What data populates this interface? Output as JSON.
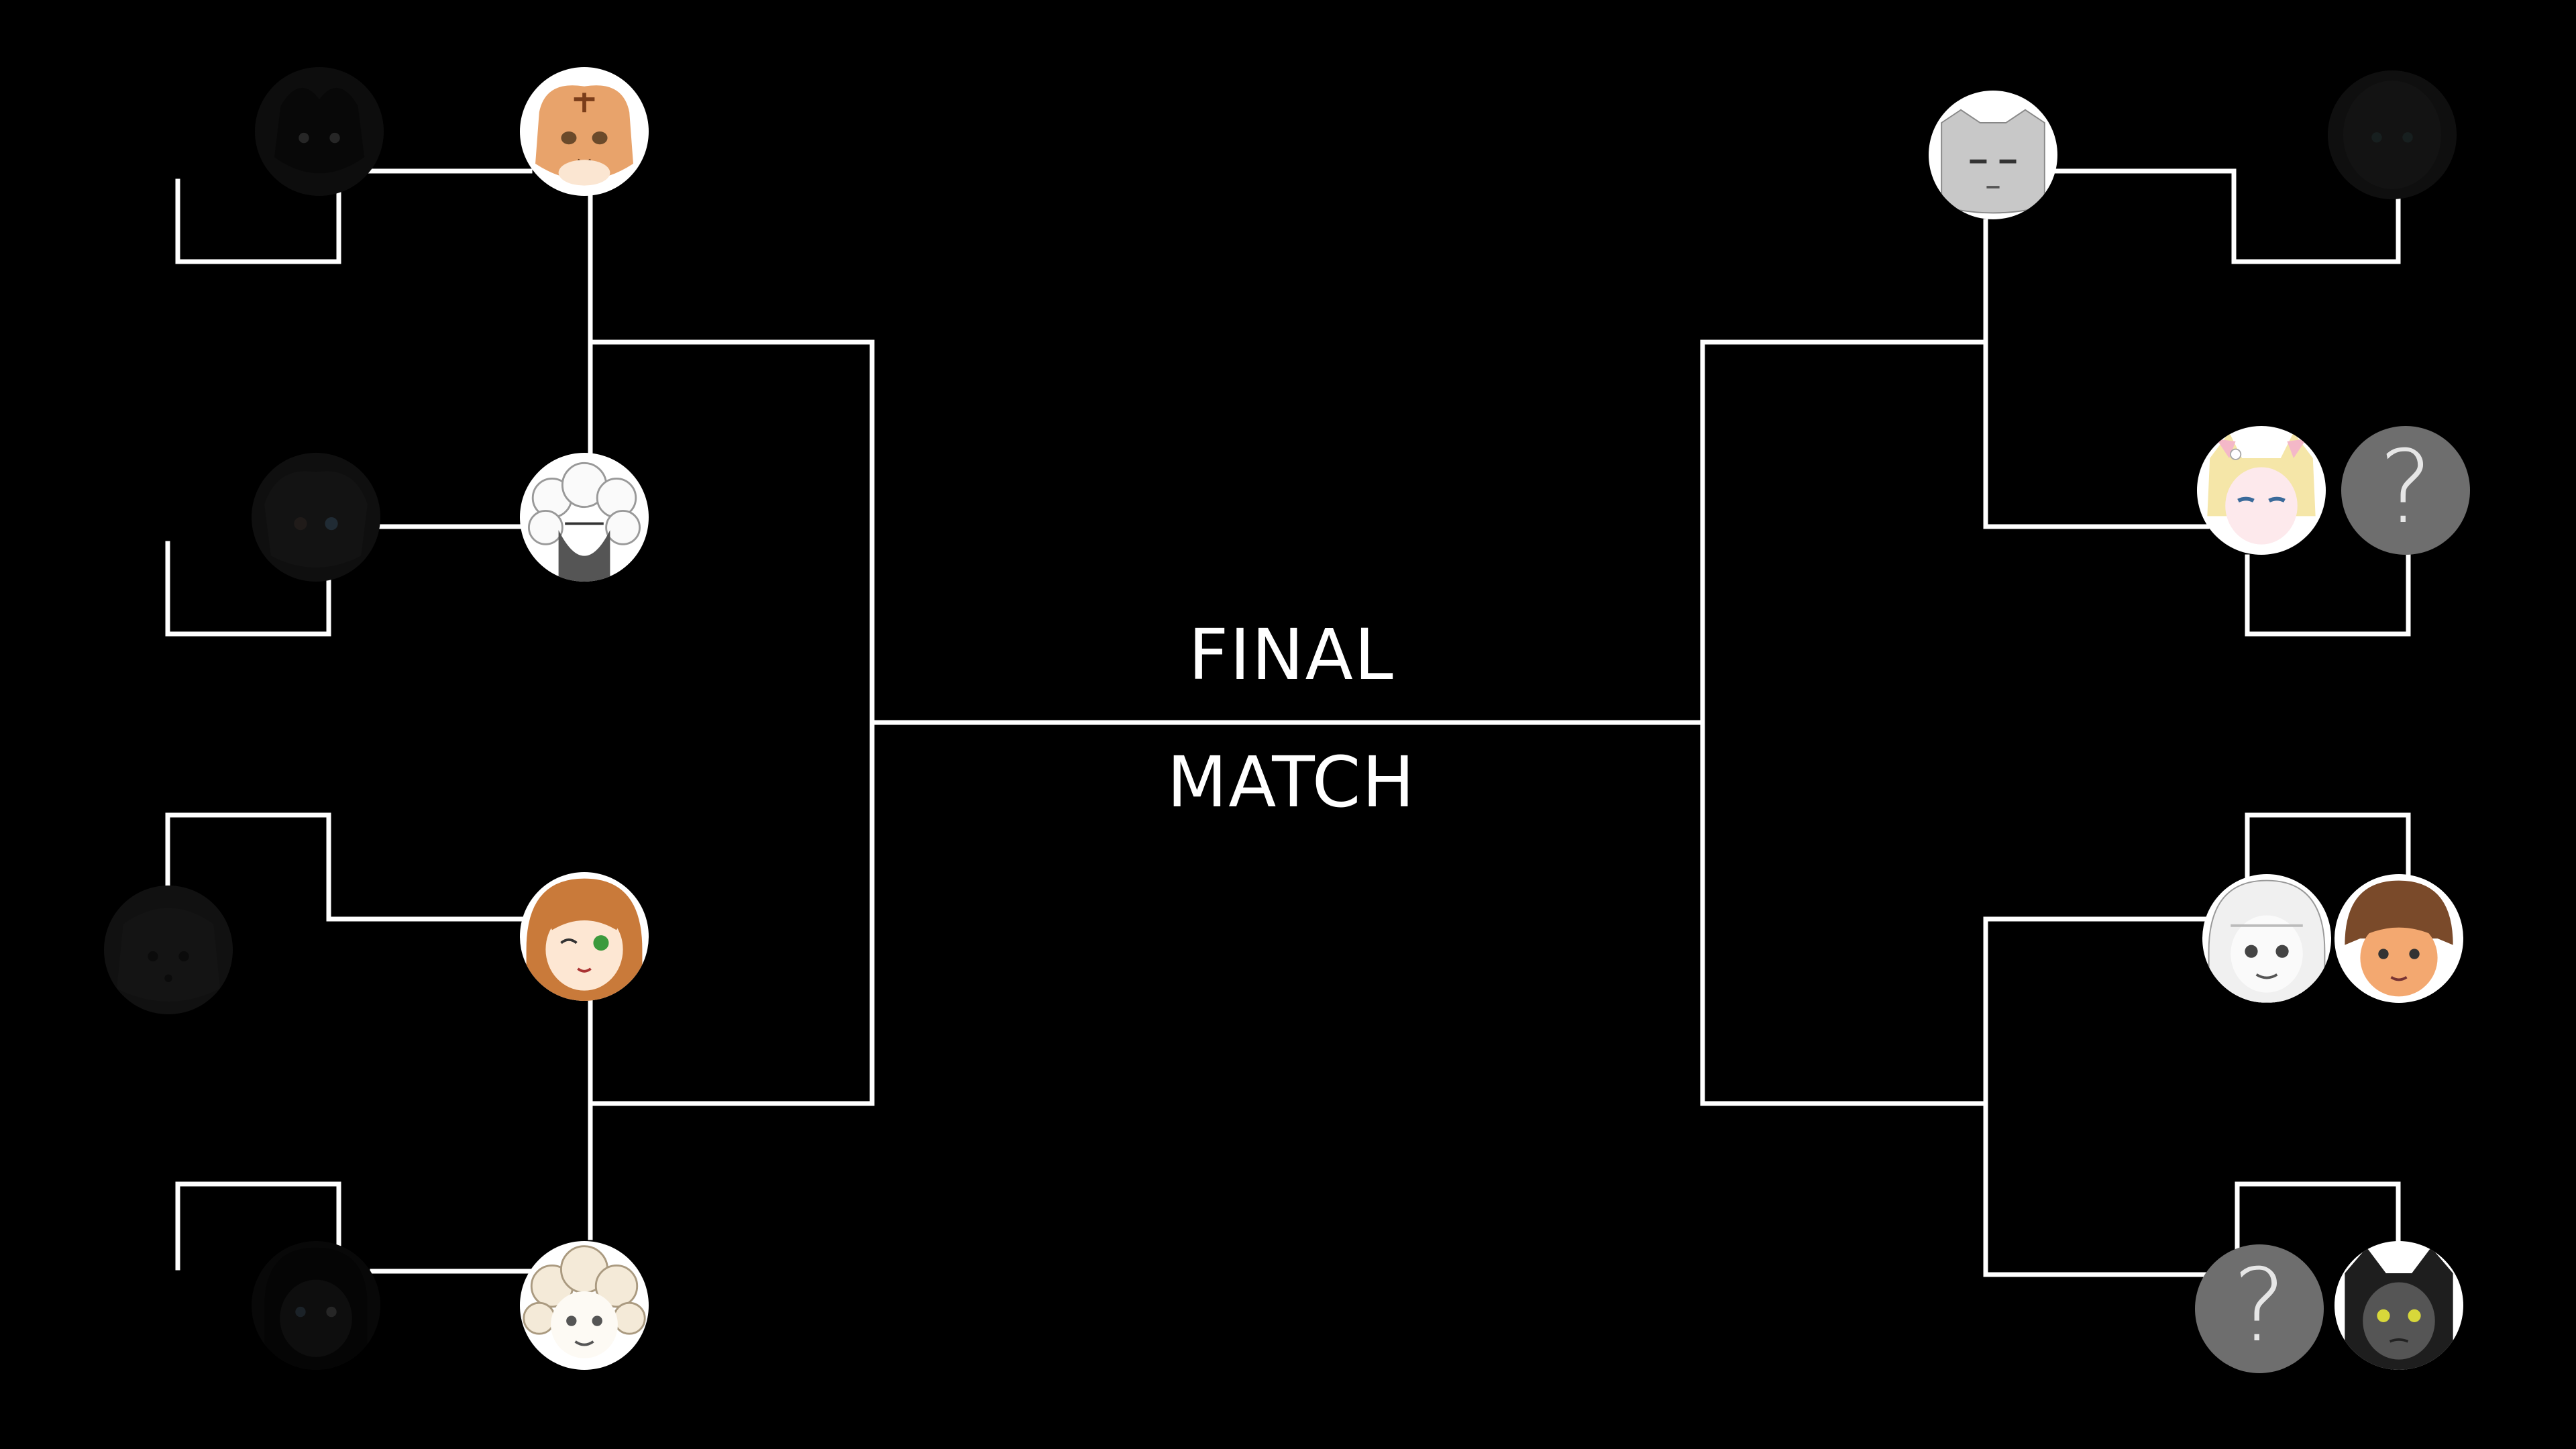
{
  "center": {
    "line1": "FINAL",
    "line2": "MATCH"
  },
  "unknown_glyph": "?",
  "colors": {
    "background": "#000000",
    "bracket_line": "#ffffff",
    "unknown_slot": "#6e6e6e"
  },
  "left": {
    "round1": [
      {
        "name": "horned-character-avatar",
        "status": "eliminated"
      },
      {
        "name": "tiger-character-avatar",
        "status": "advanced"
      },
      {
        "name": "floppy-ear-character-avatar",
        "status": "eliminated"
      },
      {
        "name": "sheep-character-avatar",
        "status": "advanced"
      },
      {
        "name": "dog-character-avatar",
        "status": "eliminated"
      },
      {
        "name": "ginger-hair-character-avatar",
        "status": "advanced"
      },
      {
        "name": "dark-hair-character-avatar",
        "status": "eliminated"
      },
      {
        "name": "curly-blonde-character-avatar",
        "status": "advanced"
      }
    ]
  },
  "right": {
    "round1": [
      {
        "name": "wolf-character-avatar",
        "status": "advanced"
      },
      {
        "name": "bald-character-avatar",
        "status": "eliminated"
      },
      {
        "name": "pink-cat-character-avatar",
        "status": "active"
      },
      {
        "name": "unknown-slot-avatar",
        "status": "unknown"
      },
      {
        "name": "white-hair-character-avatar",
        "status": "active"
      },
      {
        "name": "brown-hair-character-avatar",
        "status": "active"
      },
      {
        "name": "unknown-slot-avatar",
        "status": "unknown"
      },
      {
        "name": "black-cat-character-avatar",
        "status": "active"
      }
    ]
  }
}
